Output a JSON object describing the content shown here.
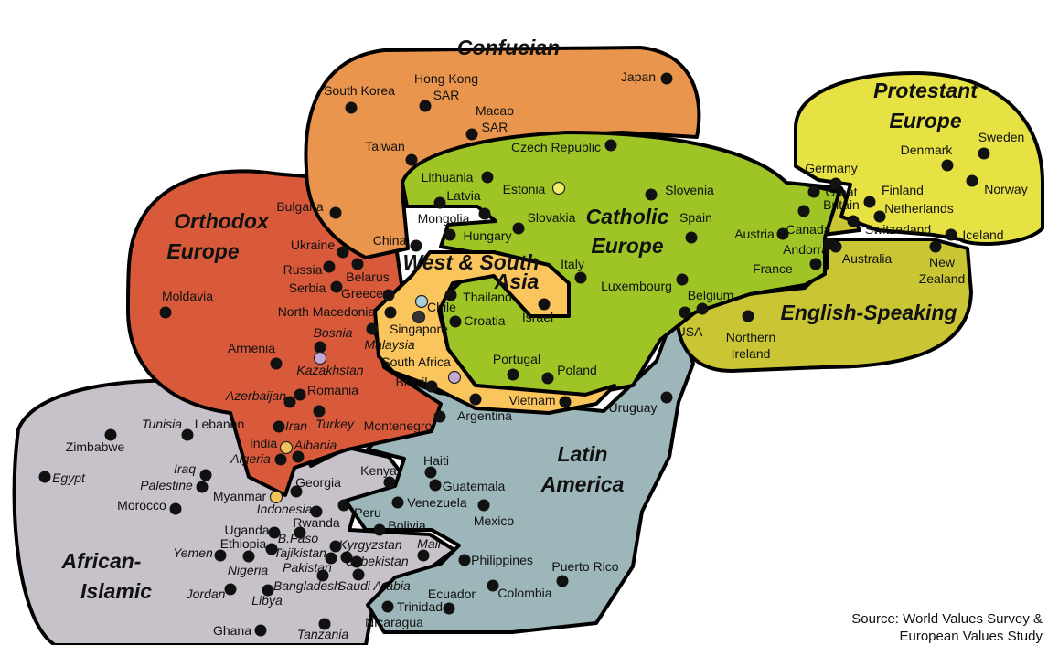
{
  "regions": [
    {
      "id": "african-islamic",
      "lines": [
        "African-",
        "Islamic"
      ],
      "color": "#C7C2CA"
    },
    {
      "id": "latin-america",
      "lines": [
        "Latin",
        "America"
      ],
      "color": "#9CB6BA"
    },
    {
      "id": "orthodox-europe",
      "lines": [
        "Orthodox",
        "Europe"
      ],
      "color": "#D85A3B"
    },
    {
      "id": "confucian",
      "lines": [
        "Confucian"
      ],
      "color": "#E9954D"
    },
    {
      "id": "english-speaking",
      "lines": [
        "English-Speaking"
      ],
      "color": "#C9C535"
    },
    {
      "id": "catholic-europe",
      "lines": [
        "Catholic",
        "Europe"
      ],
      "color": "#9EC426"
    },
    {
      "id": "west-south-asia",
      "lines": [
        "West & South",
        "Asia"
      ],
      "color": "#FBC55E"
    },
    {
      "id": "protestant-europe",
      "lines": [
        "Protestant",
        "Europe"
      ],
      "color": "#E6E243"
    }
  ],
  "countries": [
    {
      "lines": [
        "South Korea"
      ],
      "marker": "#111111"
    },
    {
      "lines": [
        "Hong Kong",
        "SAR"
      ],
      "marker": "#111111"
    },
    {
      "lines": [
        "Macao",
        "SAR"
      ],
      "marker": "#111111"
    },
    {
      "lines": [
        "Japan"
      ],
      "marker": "#111111"
    },
    {
      "lines": [
        "Taiwan"
      ],
      "marker": "#111111"
    },
    {
      "lines": [
        "China"
      ],
      "marker": "#111111"
    },
    {
      "lines": [
        "Mongolia"
      ],
      "marker": "#111111"
    },
    {
      "lines": [
        "Czech Republic"
      ],
      "marker": "#111111"
    },
    {
      "lines": [
        "Lithuania"
      ],
      "marker": "#111111"
    },
    {
      "lines": [
        "Latvia"
      ],
      "marker": "#111111"
    },
    {
      "lines": [
        "Estonia"
      ],
      "marker": "#F2EE6A"
    },
    {
      "lines": [
        "Slovenia"
      ],
      "marker": "#111111"
    },
    {
      "lines": [
        "Slovakia"
      ],
      "marker": "#111111"
    },
    {
      "lines": [
        "Hungary"
      ],
      "marker": "#111111"
    },
    {
      "lines": [
        "Spain"
      ],
      "marker": "#111111"
    },
    {
      "lines": [
        "Italy"
      ],
      "marker": "#111111"
    },
    {
      "lines": [
        "Luxembourg"
      ],
      "marker": "#111111"
    },
    {
      "lines": [
        "Austria"
      ],
      "marker": "#111111"
    },
    {
      "lines": [
        "Andorra"
      ],
      "marker": "#111111"
    },
    {
      "lines": [
        "France"
      ],
      "marker": "#111111"
    },
    {
      "lines": [
        "Belgium"
      ],
      "marker": "#111111"
    },
    {
      "lines": [
        "Croatia"
      ],
      "marker": "#111111"
    },
    {
      "lines": [
        "Portugal"
      ],
      "marker": "#111111"
    },
    {
      "lines": [
        "Poland"
      ],
      "marker": "#111111"
    },
    {
      "lines": [
        "Thailand"
      ],
      "marker": "#111111"
    },
    {
      "lines": [
        "Chile"
      ],
      "marker": "#A9CFD6"
    },
    {
      "lines": [
        "Israel"
      ],
      "marker": "#111111"
    },
    {
      "lines": [
        "Singapore"
      ],
      "marker": "#333333"
    },
    {
      "lines": [
        "Malaysia"
      ],
      "marker": "#111111"
    },
    {
      "lines": [
        "South Africa"
      ],
      "marker": "#C6A9D2"
    },
    {
      "lines": [
        "Vietnam"
      ],
      "marker": "#111111"
    },
    {
      "lines": [
        "Bulgaria"
      ],
      "marker": "#111111"
    },
    {
      "lines": [
        "Ukraine"
      ],
      "marker": "#111111"
    },
    {
      "lines": [
        "Russia"
      ],
      "marker": "#111111"
    },
    {
      "lines": [
        "Belarus"
      ],
      "marker": "#111111"
    },
    {
      "lines": [
        "Serbia"
      ],
      "marker": "#111111"
    },
    {
      "lines": [
        "Greece"
      ],
      "marker": "#111111"
    },
    {
      "lines": [
        "North Macedonia"
      ],
      "marker": "#111111"
    },
    {
      "lines": [
        "Moldavia"
      ],
      "marker": "#111111"
    },
    {
      "lines": [
        "Armenia"
      ],
      "marker": "#111111"
    },
    {
      "lines": [
        "Bosnia"
      ],
      "marker": "#111111"
    },
    {
      "lines": [
        "Kazakhstan"
      ],
      "marker": "#C6A9D2"
    },
    {
      "lines": [
        "Romania"
      ],
      "marker": "#111111"
    },
    {
      "lines": [
        "Montenegro"
      ],
      "marker": "#111111"
    },
    {
      "lines": [
        "Georgia"
      ],
      "marker": "#111111"
    },
    {
      "lines": [
        "Azerbaijan"
      ],
      "marker": "#111111"
    },
    {
      "lines": [
        "Tunisia"
      ],
      "marker": "#111111"
    },
    {
      "lines": [
        "Lebanon"
      ],
      "marker": "#111111"
    },
    {
      "lines": [
        "Iran"
      ],
      "marker": "#111111"
    },
    {
      "lines": [
        "Turkey"
      ],
      "marker": "#111111"
    },
    {
      "lines": [
        "Zimbabwe"
      ],
      "marker": "#111111"
    },
    {
      "lines": [
        "India"
      ],
      "marker": "#111111"
    },
    {
      "lines": [
        "Albania"
      ],
      "marker": "#F2C35A"
    },
    {
      "lines": [
        "Algeria"
      ],
      "marker": "#111111"
    },
    {
      "lines": [
        "Egypt"
      ],
      "marker": "#111111"
    },
    {
      "lines": [
        "Iraq"
      ],
      "marker": "#111111"
    },
    {
      "lines": [
        "Palestine"
      ],
      "marker": "#111111"
    },
    {
      "lines": [
        "Morocco"
      ],
      "marker": "#111111"
    },
    {
      "lines": [
        "Myanmar"
      ],
      "marker": "#F2C35A"
    },
    {
      "lines": [
        "Indonesia"
      ],
      "marker": "#111111"
    },
    {
      "lines": [
        "Rwanda"
      ],
      "marker": "#111111"
    },
    {
      "lines": [
        "Uganda"
      ],
      "marker": "#111111"
    },
    {
      "lines": [
        "Ethiopia"
      ],
      "marker": "#111111"
    },
    {
      "lines": [
        "B.Faso"
      ],
      "marker": "#111111"
    },
    {
      "lines": [
        "Tajikistan"
      ],
      "marker": "#111111"
    },
    {
      "lines": [
        "Pakistan"
      ],
      "marker": "#111111"
    },
    {
      "lines": [
        "Kyrgyzstan"
      ],
      "marker": "#111111"
    },
    {
      "lines": [
        "Uzbekistan"
      ],
      "marker": "#111111"
    },
    {
      "lines": [
        "Yemen"
      ],
      "marker": "#111111"
    },
    {
      "lines": [
        "Nigeria"
      ],
      "marker": "#111111"
    },
    {
      "lines": [
        "Jordan"
      ],
      "marker": "#111111"
    },
    {
      "lines": [
        "Libya"
      ],
      "marker": "#111111"
    },
    {
      "lines": [
        "Bangladesh"
      ],
      "marker": "#111111"
    },
    {
      "lines": [
        "Saudi Arabia"
      ],
      "marker": "#111111"
    },
    {
      "lines": [
        "Ghana"
      ],
      "marker": "#111111"
    },
    {
      "lines": [
        "Tanzania"
      ],
      "marker": "#111111"
    },
    {
      "lines": [
        "Mali"
      ],
      "marker": "#111111"
    },
    {
      "lines": [
        "Kenya"
      ],
      "marker": "#111111"
    },
    {
      "lines": [
        "Brazil"
      ],
      "marker": "#111111"
    },
    {
      "lines": [
        "Argentina"
      ],
      "marker": "#111111"
    },
    {
      "lines": [
        "Uruguay"
      ],
      "marker": "#111111"
    },
    {
      "lines": [
        "Haiti"
      ],
      "marker": "#111111"
    },
    {
      "lines": [
        "Guatemala"
      ],
      "marker": "#111111"
    },
    {
      "lines": [
        "Venezuela"
      ],
      "marker": "#111111"
    },
    {
      "lines": [
        "Mexico"
      ],
      "marker": "#111111"
    },
    {
      "lines": [
        "Peru"
      ],
      "marker": "#111111"
    },
    {
      "lines": [
        "Bolivia"
      ],
      "marker": "#111111"
    },
    {
      "lines": [
        "Philippines"
      ],
      "marker": "#111111"
    },
    {
      "lines": [
        "Puerto Rico"
      ],
      "marker": "#111111"
    },
    {
      "lines": [
        "Ecuador"
      ],
      "marker": "#111111"
    },
    {
      "lines": [
        "Colombia"
      ],
      "marker": "#111111"
    },
    {
      "lines": [
        "Trinidad"
      ],
      "marker": "#111111"
    },
    {
      "lines": [
        "Nicaragua"
      ],
      "marker": "#111111"
    },
    {
      "lines": [
        "USA"
      ],
      "marker": "#111111"
    },
    {
      "lines": [
        "Northern",
        "Ireland"
      ],
      "marker": "#111111"
    },
    {
      "lines": [
        "Australia"
      ],
      "marker": "#111111"
    },
    {
      "lines": [
        "New",
        "Zealand"
      ],
      "marker": "#111111"
    },
    {
      "lines": [
        "Canada"
      ],
      "marker": "#111111"
    },
    {
      "lines": [
        "Denmark"
      ],
      "marker": "#111111"
    },
    {
      "lines": [
        "Sweden"
      ],
      "marker": "#111111"
    },
    {
      "lines": [
        "Norway"
      ],
      "marker": "#111111"
    },
    {
      "lines": [
        "Germany"
      ],
      "marker": "#111111"
    },
    {
      "lines": [
        "Great",
        "Britain"
      ],
      "marker": "#111111"
    },
    {
      "lines": [
        "Finland"
      ],
      "marker": "#111111"
    },
    {
      "lines": [
        "Netherlands"
      ],
      "marker": "#111111"
    },
    {
      "lines": [
        "Switzerland"
      ],
      "marker": "#111111"
    },
    {
      "lines": [
        "Iceland"
      ],
      "marker": "#111111"
    }
  ],
  "source": [
    "Source: World Values Survey &",
    "European Values Study"
  ]
}
